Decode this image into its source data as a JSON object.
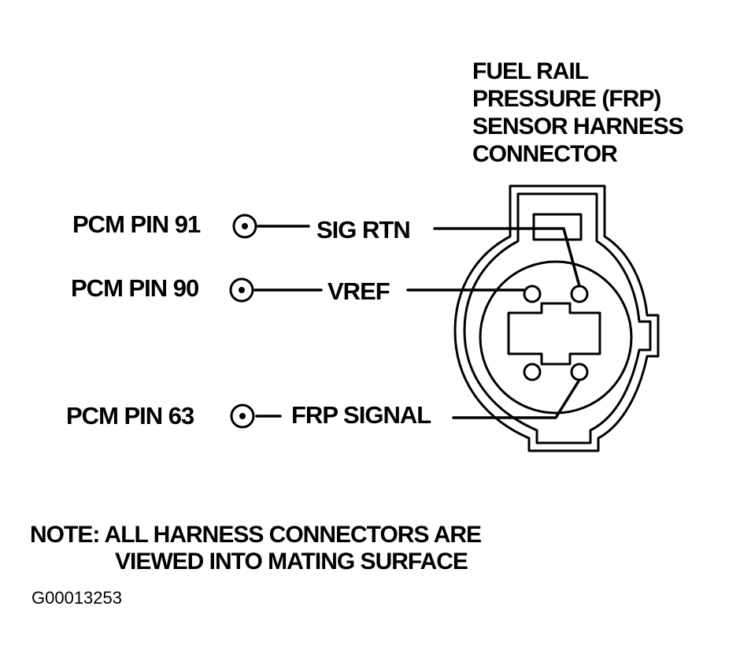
{
  "title_lines": [
    "FUEL RAIL",
    "PRESSURE (FRP)",
    "SENSOR HARNESS",
    "CONNECTOR"
  ],
  "pins": [
    {
      "pcm": "PCM PIN 91",
      "signal": "SIG RTN"
    },
    {
      "pcm": "PCM PIN 90",
      "signal": "VREF"
    },
    {
      "pcm": "PCM PIN 63",
      "signal": "FRP SIGNAL"
    }
  ],
  "note_lines": [
    "NOTE: ALL HARNESS CONNECTORS ARE",
    "VIEWED INTO MATING SURFACE"
  ],
  "figure_id": "G00013253"
}
